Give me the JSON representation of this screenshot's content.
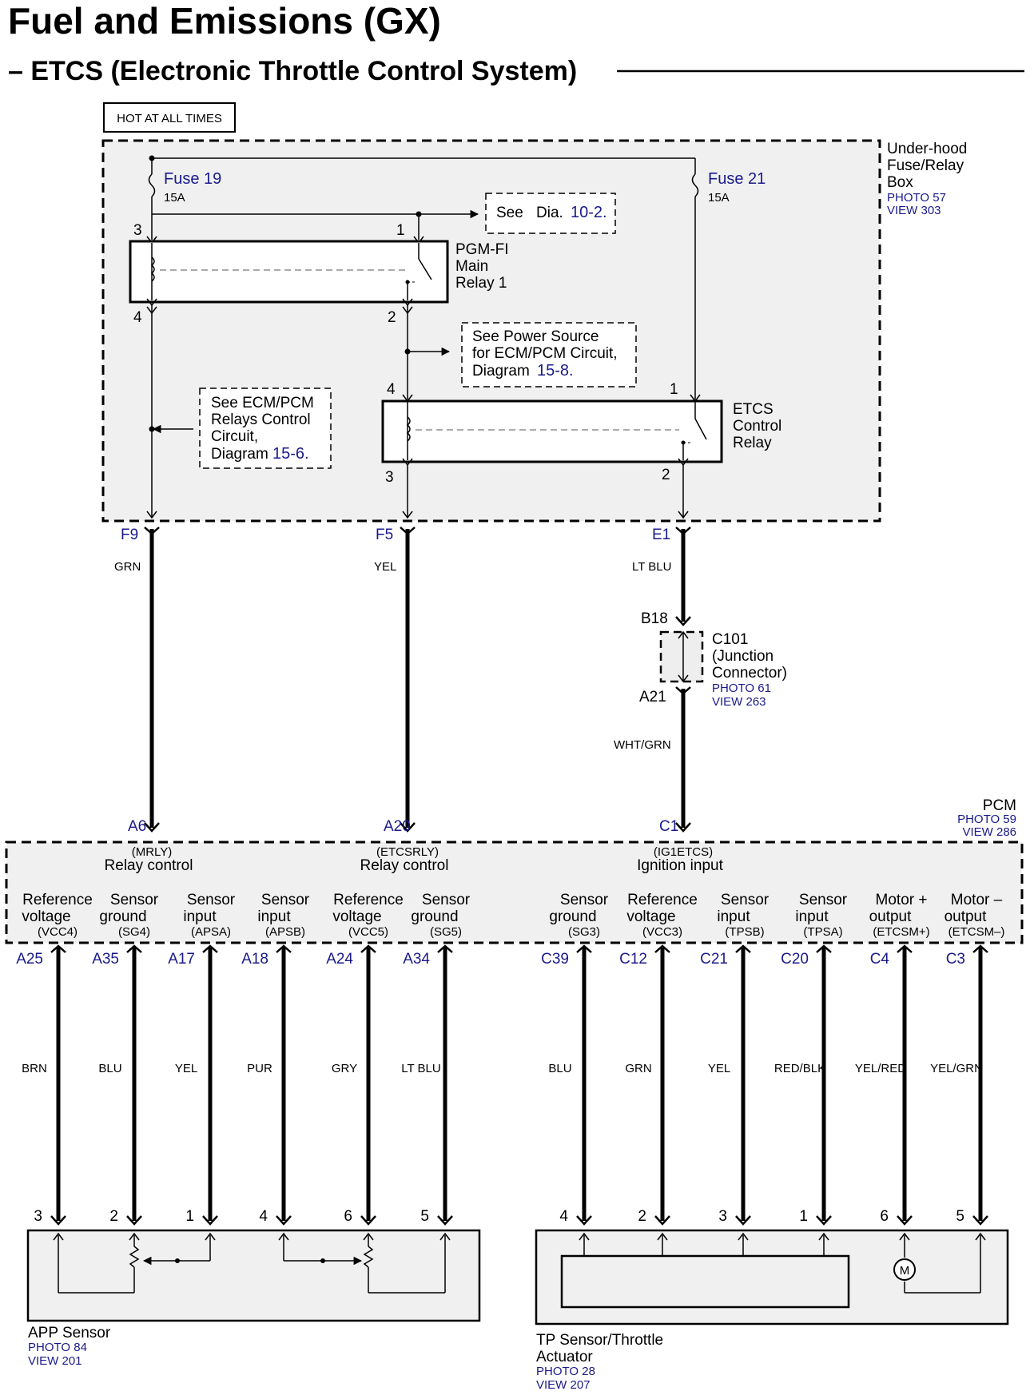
{
  "title": "Fuel and Emissions (GX)",
  "subtitle": "– ETCS (Electronic Throttle Control System)",
  "hot_label": "HOT AT ALL TIMES",
  "fusebox": {
    "l1": "Under-hood",
    "l2": "Fuse/Relay",
    "l3": "Box",
    "photo": "PHOTO 57",
    "view": "VIEW 303"
  },
  "fuse19": {
    "name": "Fuse 19",
    "rating": "15A"
  },
  "fuse21": {
    "name": "Fuse 21",
    "rating": "15A"
  },
  "see_dia": {
    "prefix": "See",
    "dia": "Dia.",
    "ref": "10-2."
  },
  "main_relay": {
    "l1": "PGM-FI",
    "l2": "Main",
    "l3": "Relay 1",
    "p3": "3",
    "p1": "1",
    "p4": "4",
    "p2": "2"
  },
  "power_note": {
    "l1": "See Power Source",
    "l2": "for ECM/PCM Circuit,",
    "l3": "Diagram",
    "ref": "15-8."
  },
  "relays_note": {
    "l1": "See ECM/PCM",
    "l2": "Relays Control",
    "l3": "Circuit,",
    "l4": "Diagram",
    "ref": "15-6."
  },
  "etcs_relay": {
    "l1": "ETCS",
    "l2": "Control",
    "l3": "Relay",
    "p4": "4",
    "p1": "1",
    "p3": "3",
    "p2": "2"
  },
  "box_pins": {
    "f9": "F9",
    "f5": "F5",
    "e1": "E1"
  },
  "wires_top": {
    "grn": "GRN",
    "yel": "YEL",
    "ltblu": "LT BLU",
    "whtgrn": "WHT/GRN"
  },
  "c101": {
    "b18": "B18",
    "a21": "A21",
    "l1": "C101",
    "l2": "(Junction",
    "l3": "Connector)",
    "photo": "PHOTO 61",
    "view": "VIEW 263"
  },
  "pcm": {
    "name": "PCM",
    "photo": "PHOTO 59",
    "view": "VIEW 286",
    "top_pins": [
      "A6",
      "A20",
      "C1"
    ],
    "top_funcs": [
      {
        "code": "(MRLY)",
        "label": "Relay control"
      },
      {
        "code": "(ETCSRLY)",
        "label": "Relay control"
      },
      {
        "code": "(IG1ETCS)",
        "label": "Ignition input"
      }
    ],
    "bottom": [
      {
        "l1": "Reference",
        "l2": "voltage",
        "code": "(VCC4)",
        "pin": "A25",
        "wire": "BRN",
        "conn": "3"
      },
      {
        "l1": "Sensor",
        "l2": "ground",
        "code": "(SG4)",
        "pin": "A35",
        "wire": "BLU",
        "conn": "2"
      },
      {
        "l1": "Sensor",
        "l2": "input",
        "code": "(APSA)",
        "pin": "A17",
        "wire": "YEL",
        "conn": "1"
      },
      {
        "l1": "Sensor",
        "l2": "input",
        "code": "(APSB)",
        "pin": "A18",
        "wire": "PUR",
        "conn": "4"
      },
      {
        "l1": "Reference",
        "l2": "voltage",
        "code": "(VCC5)",
        "pin": "A24",
        "wire": "GRY",
        "conn": "6"
      },
      {
        "l1": "Sensor",
        "l2": "ground",
        "code": "(SG5)",
        "pin": "A34",
        "wire": "LT BLU",
        "conn": "5"
      },
      {
        "l1": "Sensor",
        "l2": "ground",
        "code": "(SG3)",
        "pin": "C39",
        "wire": "BLU",
        "conn": "4"
      },
      {
        "l1": "Reference",
        "l2": "voltage",
        "code": "(VCC3)",
        "pin": "C12",
        "wire": "GRN",
        "conn": "2"
      },
      {
        "l1": "Sensor",
        "l2": "input",
        "code": "(TPSB)",
        "pin": "C21",
        "wire": "YEL",
        "conn": "3"
      },
      {
        "l1": "Sensor",
        "l2": "input",
        "code": "(TPSA)",
        "pin": "C20",
        "wire": "RED/BLK",
        "conn": "1"
      },
      {
        "l1": "Motor +",
        "l2": "output",
        "code": "(ETCSM+)",
        "pin": "C4",
        "wire": "YEL/RED",
        "conn": "6"
      },
      {
        "l1": "Motor –",
        "l2": "output",
        "code": "(ETCSM–)",
        "pin": "C3",
        "wire": "YEL/GRN",
        "conn": "5"
      }
    ]
  },
  "app": {
    "l1": "APP Sensor",
    "photo": "PHOTO 84",
    "view": "VIEW 201"
  },
  "tp": {
    "l1": "TP Sensor/Throttle",
    "l2": "Actuator",
    "photo": "PHOTO 28",
    "view": "VIEW 207"
  },
  "motor_symbol": "M"
}
